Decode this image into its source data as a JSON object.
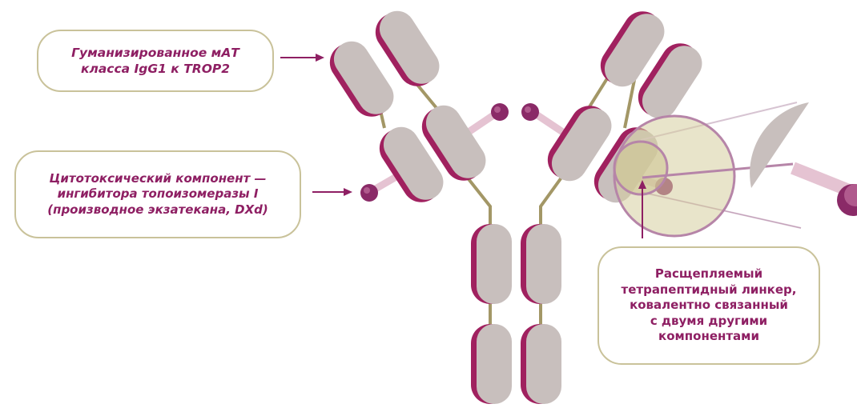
{
  "labels": {
    "mab": {
      "line1": "Гуманизированное мАТ",
      "line2": "класса IgG1 к TROP2"
    },
    "payload": {
      "line1": "Цитотоксический компонент —",
      "line2": "ингибитора топоизомеразы I",
      "line3": "(производное экзатекана, DXd)"
    },
    "linker": {
      "line1": "Расщепляемый",
      "line2": "тетрапептидный линкер,",
      "line3": "ковалентно связанный",
      "line4": "с двумя другими",
      "line5": "компонентами"
    }
  },
  "colors": {
    "domain_fill": "#c8bfbd",
    "domain_edge": "#a0215f",
    "hinge": "#a39766",
    "payload": "#8a2a67",
    "linker": "#e5c3d2",
    "zoom_fill": "#d6ce9e",
    "zoom_ring": "#b685a8",
    "arrow": "#8e1f63",
    "box_border": "#c9c29a",
    "text": "#8e1f63"
  }
}
